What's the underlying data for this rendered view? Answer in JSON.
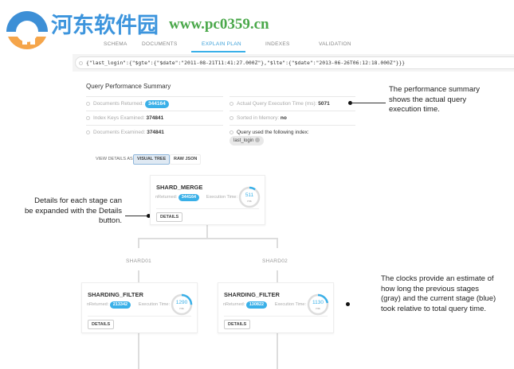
{
  "watermark": {
    "name": "河东软件园",
    "url": "www.pc0359.cn"
  },
  "tabs": [
    {
      "label": "SCHEMA"
    },
    {
      "label": "DOCUMENTS"
    },
    {
      "label": "EXPLAIN PLAN",
      "active": true
    },
    {
      "label": "INDEXES"
    },
    {
      "label": "VALIDATION"
    }
  ],
  "query": "{\"last_login\":{\"$gte\":{\"$date\":\"2011-08-21T11:41:27.000Z\"},\"$lte\":{\"$date\":\"2013-06-26T06:12:18.000Z\"}}}",
  "summary": {
    "title": "Query Performance Summary",
    "docs_returned_label": "Documents Returned:",
    "docs_returned": "344164",
    "keys_examined_label": "Index Keys Examined:",
    "keys_examined": "374841",
    "docs_examined_label": "Documents Examined:",
    "docs_examined": "374841",
    "exec_time_label": "Actual Query Execution Time (ms):",
    "exec_time": "5071",
    "sorted_label": "Sorted in Memory:",
    "sorted": "no",
    "index_label": "Query used the following index:",
    "index": "last_login"
  },
  "view": {
    "label": "VIEW DETAILS AS",
    "visual": "VISUAL TREE",
    "raw": "RAW JSON"
  },
  "stages": {
    "merge": {
      "name": "SHARD_MERGE",
      "nreturned_label": "nReturned:",
      "nreturned": "344164",
      "exec_label": "Execution Time:",
      "ms": "511",
      "unit": "ms",
      "details": "DETAILS",
      "fraction": 0.1
    },
    "shard1": {
      "label": "SHARD01",
      "name": "SHARDING_FILTER",
      "nreturned_label": "nReturned:",
      "nreturned": "213342",
      "exec_label": "Execution Time:",
      "ms": "1290",
      "unit": "ms",
      "details": "DETAILS",
      "fraction": 0.25
    },
    "shard2": {
      "label": "SHARD02",
      "name": "SHARDING_FILTER",
      "nreturned_label": "nReturned:",
      "nreturned": "130822",
      "exec_label": "Execution Time:",
      "ms": "1130",
      "unit": "ms",
      "details": "DETAILS",
      "fraction": 0.22
    }
  },
  "notes": {
    "perf": "The performance summary shows the actual query execution time.",
    "details": "Details for each stage can be expanded with the Details button.",
    "clocks": "The clocks provide an estimate of how long the previous stages (gray) and the current stage (blue) took relative to total query time."
  },
  "colors": {
    "accent": "#3ab0e8",
    "clock_bg": "#dddddd"
  }
}
